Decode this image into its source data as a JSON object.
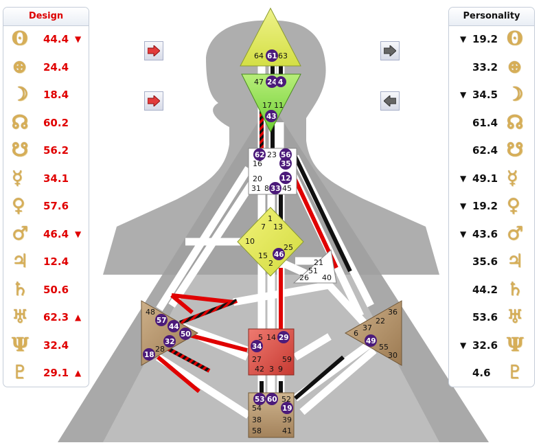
{
  "design": {
    "title": "Design",
    "rows": [
      {
        "icon": "sun-icon",
        "glyph": "ʘ",
        "value": "44.4",
        "mark": "▼"
      },
      {
        "icon": "earth-icon",
        "glyph": "⊕",
        "value": "24.4",
        "mark": ""
      },
      {
        "icon": "moon-icon",
        "glyph": "☽",
        "value": "18.4",
        "mark": ""
      },
      {
        "icon": "north-node-icon",
        "glyph": "☊",
        "value": "60.2",
        "mark": ""
      },
      {
        "icon": "south-node-icon",
        "glyph": "☋",
        "value": "56.2",
        "mark": ""
      },
      {
        "icon": "mercury-icon",
        "glyph": "☿",
        "value": "34.1",
        "mark": ""
      },
      {
        "icon": "venus-icon",
        "glyph": "♀",
        "value": "57.6",
        "mark": ""
      },
      {
        "icon": "mars-icon",
        "glyph": "♂",
        "value": "46.4",
        "mark": "▼"
      },
      {
        "icon": "jupiter-icon",
        "glyph": "♃",
        "value": "12.4",
        "mark": ""
      },
      {
        "icon": "saturn-icon",
        "glyph": "♄",
        "value": "50.6",
        "mark": ""
      },
      {
        "icon": "uranus-icon",
        "glyph": "♅",
        "value": "62.3",
        "mark": "▲"
      },
      {
        "icon": "neptune-icon",
        "glyph": "Ψ",
        "value": "32.4",
        "mark": ""
      },
      {
        "icon": "pluto-icon",
        "glyph": "♇",
        "value": "29.1",
        "mark": "▲"
      }
    ]
  },
  "personality": {
    "title": "Personality",
    "rows": [
      {
        "icon": "sun-icon",
        "glyph": "ʘ",
        "value": "19.2",
        "mark": "▼"
      },
      {
        "icon": "earth-icon",
        "glyph": "⊕",
        "value": "33.2",
        "mark": ""
      },
      {
        "icon": "moon-icon",
        "glyph": "☽",
        "value": "34.5",
        "mark": "▼"
      },
      {
        "icon": "north-node-icon",
        "glyph": "☊",
        "value": "61.4",
        "mark": ""
      },
      {
        "icon": "south-node-icon",
        "glyph": "☋",
        "value": "62.4",
        "mark": ""
      },
      {
        "icon": "mercury-icon",
        "glyph": "☿",
        "value": "49.1",
        "mark": "▼"
      },
      {
        "icon": "venus-icon",
        "glyph": "♀",
        "value": "19.2",
        "mark": "▼"
      },
      {
        "icon": "mars-icon",
        "glyph": "♂",
        "value": "43.6",
        "mark": "▼"
      },
      {
        "icon": "jupiter-icon",
        "glyph": "♃",
        "value": "35.6",
        "mark": ""
      },
      {
        "icon": "saturn-icon",
        "glyph": "♄",
        "value": "44.2",
        "mark": ""
      },
      {
        "icon": "uranus-icon",
        "glyph": "♅",
        "value": "53.6",
        "mark": ""
      },
      {
        "icon": "neptune-icon",
        "glyph": "Ψ",
        "value": "32.6",
        "mark": "▼"
      },
      {
        "icon": "pluto-icon",
        "glyph": "♇",
        "value": "4.6",
        "mark": ""
      }
    ]
  },
  "colors": {
    "design_red": "#e00000",
    "personality_black": "#111111",
    "glyph_gold": "#d7ae57",
    "activation_purple": "#4b1a7a",
    "head_center": "#e5ec6a",
    "ajna_center": "#9be05a",
    "g_center": "#e8ec5c",
    "sacral_center": "#e0584e",
    "body_gray": "#b5b5b5"
  },
  "centers": [
    {
      "name": "head-center",
      "gates": [
        "64",
        "61",
        "63"
      ]
    },
    {
      "name": "ajna-center",
      "gates": [
        "47",
        "24",
        "4",
        "17",
        "11",
        "43"
      ]
    },
    {
      "name": "throat-center",
      "gates": [
        "62",
        "23",
        "56",
        "16",
        "35",
        "20",
        "12",
        "31",
        "8",
        "33",
        "45"
      ]
    },
    {
      "name": "g-center",
      "gates": [
        "1",
        "7",
        "13",
        "10",
        "25",
        "15",
        "46",
        "2"
      ]
    },
    {
      "name": "heart-center",
      "gates": [
        "21",
        "51",
        "26",
        "40"
      ]
    },
    {
      "name": "spleen-center",
      "gates": [
        "48",
        "57",
        "44",
        "50",
        "32",
        "28",
        "18"
      ]
    },
    {
      "name": "sacral-center",
      "gates": [
        "5",
        "14",
        "29",
        "34",
        "27",
        "59",
        "42",
        "3",
        "9"
      ]
    },
    {
      "name": "solar-plexus-center",
      "gates": [
        "36",
        "22",
        "6",
        "37",
        "49",
        "55",
        "30"
      ]
    },
    {
      "name": "root-center",
      "gates": [
        "53",
        "60",
        "52",
        "54",
        "19",
        "38",
        "39",
        "58",
        "41"
      ]
    }
  ],
  "active_gates": [
    "61",
    "24",
    "4",
    "43",
    "62",
    "56",
    "35",
    "12",
    "33",
    "46",
    "57",
    "44",
    "50",
    "32",
    "18",
    "34",
    "29",
    "49",
    "53",
    "60",
    "19"
  ]
}
